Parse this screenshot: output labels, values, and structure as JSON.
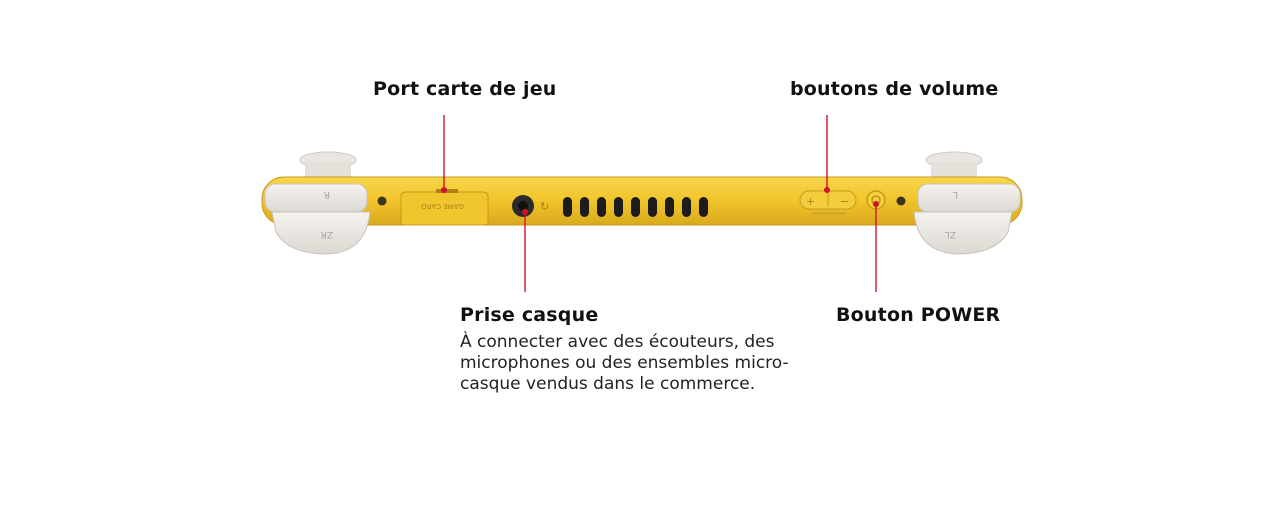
{
  "callouts": {
    "game_card": {
      "title": "Port carte de jeu"
    },
    "volume": {
      "title": "boutons de volume"
    },
    "headphone": {
      "title": "Prise casque",
      "description": "À connecter avec des écouteurs, des microphones ou des ensembles micro-casque vendus dans le commerce."
    },
    "power": {
      "title": "Bouton POWER"
    }
  },
  "device_marks": {
    "left_top_button": "R",
    "left_bottom_button": "ZR",
    "right_top_button": "L",
    "right_bottom_button": "ZL",
    "card_slot": "GAME CARD",
    "volume_plus": "+",
    "volume_minus": "−"
  },
  "colors": {
    "body": "#f3c832",
    "body_shade": "#d9ab1e",
    "buttons": "#eeebe6",
    "leader": "#d0142a",
    "vents": "#1c1c1c"
  }
}
